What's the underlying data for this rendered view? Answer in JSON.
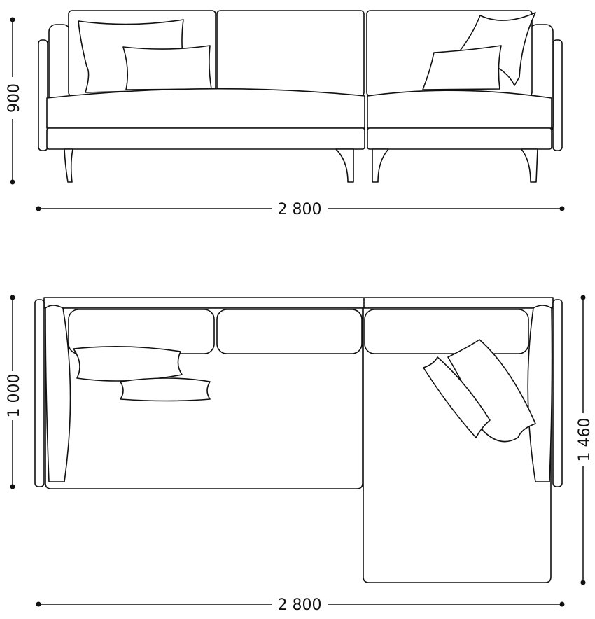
{
  "front_view": {
    "height_label": "900",
    "width_label": "2 800"
  },
  "plan_view": {
    "depth_label": "1 000",
    "chaise_depth_label": "1 460",
    "width_label": "2 800"
  }
}
